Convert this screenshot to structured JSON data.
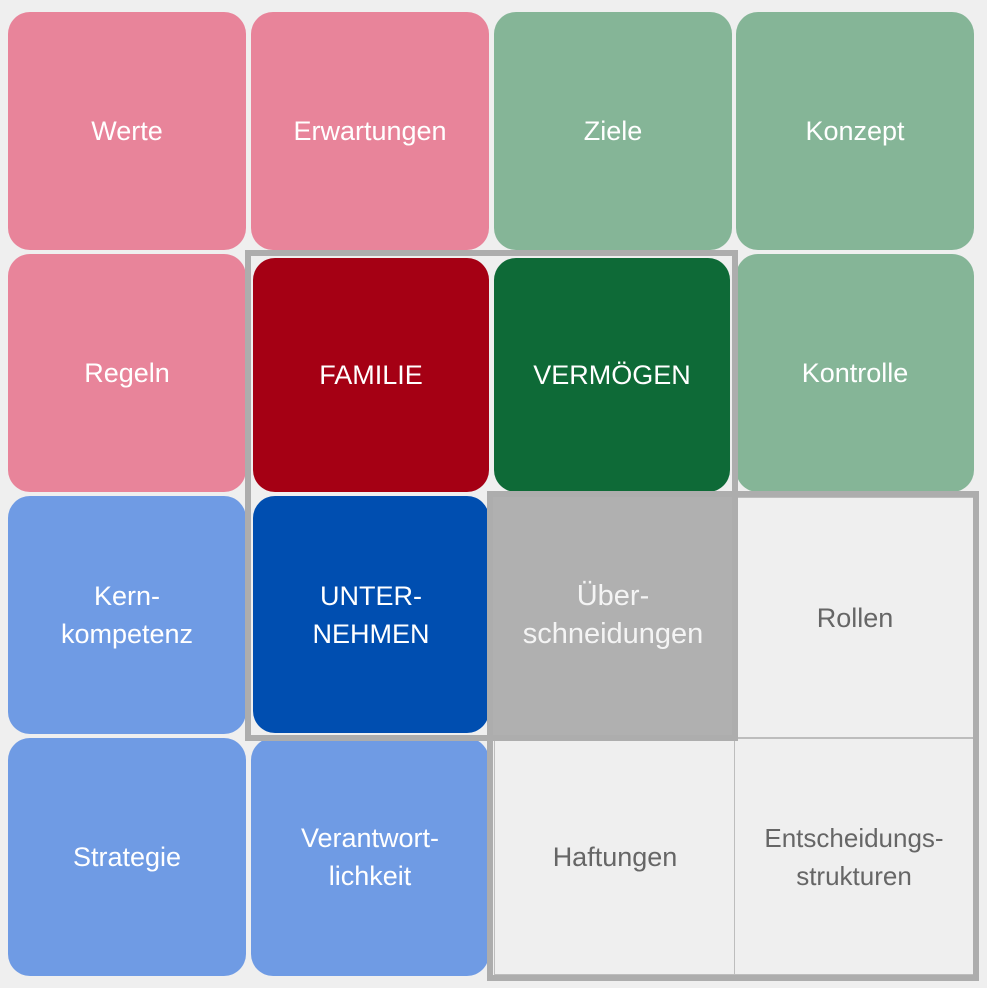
{
  "tiles": {
    "werte": "Werte",
    "erwartungen": "Erwartungen",
    "ziele": "Ziele",
    "konzept": "Konzept",
    "regeln": "Regeln",
    "familie": "FAMILIE",
    "vermoegen": "VERMÖGEN",
    "kontrolle": "Kontrolle",
    "kernkompetenz": "Kern-\nkompetenz",
    "unternehmen": "UNTER-\nNEHMEN",
    "ueberschneidungen": "Über-\nschneidungen",
    "rollen": "Rollen",
    "strategie": "Strategie",
    "verantwortlichkeit": "Verantwort-\nlichkeit",
    "haftungen": "Haftungen",
    "entscheidungsstrukturen": "Entscheidungs-\nstrukturen"
  },
  "colors": {
    "family_light": "#e8849a",
    "family": "#a50014",
    "wealth_light": "#85b597",
    "wealth": "#0e6a37",
    "company_light": "#6f9be4",
    "company": "#004eb0",
    "overlap": "#b0b0b0"
  }
}
